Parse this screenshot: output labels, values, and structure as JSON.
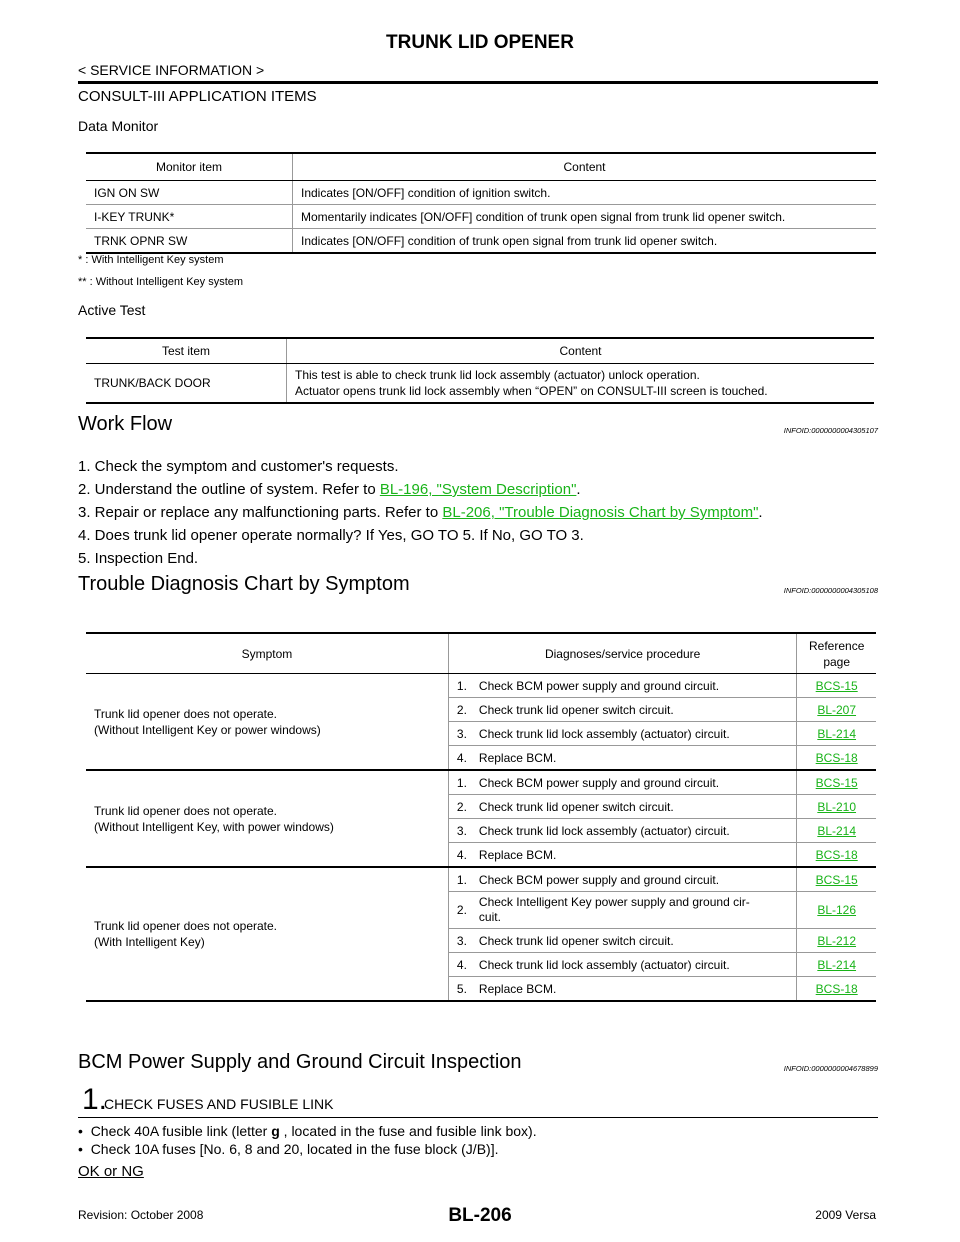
{
  "header": {
    "title": "TRUNK LID OPENER",
    "subtitle": "< SERVICE INFORMATION >"
  },
  "consult": {
    "heading": "CONSULT-III APPLICATION ITEMS",
    "data_monitor": {
      "heading": "Data Monitor",
      "col_headers": [
        "Monitor item",
        "Content"
      ],
      "rows": [
        {
          "item": "IGN ON SW",
          "content": "Indicates [ON/OFF] condition of ignition switch."
        },
        {
          "item": "I-KEY TRUNK*",
          "content": "Momentarily indicates [ON/OFF] condition of trunk open signal from trunk lid opener switch."
        },
        {
          "item": "TRNK OPNR SW",
          "content": "Indicates [ON/OFF] condition of trunk open signal from trunk lid opener switch."
        }
      ],
      "notes": [
        "* : With Intelligent Key system",
        "** : Without Intelligent Key system"
      ]
    },
    "active_test": {
      "heading": "Active Test",
      "col_headers": [
        "Test item",
        "Content"
      ],
      "row": {
        "item": "TRUNK/BACK DOOR",
        "line1": "This test is able to check trunk lid lock assembly (actuator) unlock operation.",
        "line2": "Actuator opens trunk lid lock assembly when “OPEN” on CONSULT-III screen is touched."
      }
    }
  },
  "work_flow": {
    "heading": "Work Flow",
    "infoid": "INFOID:0000000004305107",
    "steps": [
      {
        "text": "1. Check the symptom and customer's requests."
      },
      {
        "text": "2. Understand the outline of system. Refer to ",
        "link": "BL-196, \"System Description\"",
        "after": "."
      },
      {
        "text": "3. Repair or replace any malfunctioning parts. Refer to ",
        "link": "BL-206, \"Trouble Diagnosis Chart by Symptom\"",
        "after": "."
      },
      {
        "text": "4. Does trunk lid opener operate normally? If Yes, GO TO 5. If No, GO TO 3."
      },
      {
        "text": "5. Inspection End."
      }
    ]
  },
  "trouble_chart": {
    "heading": "Trouble Diagnosis Chart by Symptom",
    "infoid": "INFOID:0000000004305108",
    "col_headers": [
      "Symptom",
      "Diagnoses/service procedure",
      "Reference page"
    ],
    "groups": [
      {
        "symptom1": "Trunk lid opener does not operate.",
        "symptom2": "(Without Intelligent Key or power windows)",
        "steps": [
          {
            "n": "1.",
            "text": "Check BCM power supply and ground circuit.",
            "ref": "BCS-15"
          },
          {
            "n": "2.",
            "text": "Check trunk lid opener switch circuit.",
            "ref": "BL-207"
          },
          {
            "n": "3.",
            "text": "Check trunk lid lock assembly (actuator) circuit.",
            "ref": "BL-214"
          },
          {
            "n": "4.",
            "text": "Replace BCM.",
            "ref": "BCS-18"
          }
        ]
      },
      {
        "symptom1": "Trunk lid opener does not operate.",
        "symptom2": "(Without Intelligent Key, with power windows)",
        "steps": [
          {
            "n": "1.",
            "text": "Check BCM power supply and ground circuit.",
            "ref": "BCS-15"
          },
          {
            "n": "2.",
            "text": "Check trunk lid opener switch circuit.",
            "ref": "BL-210"
          },
          {
            "n": "3.",
            "text": "Check trunk lid lock assembly (actuator) circuit.",
            "ref": "BL-214"
          },
          {
            "n": "4.",
            "text": "Replace BCM.",
            "ref": "BCS-18"
          }
        ]
      },
      {
        "symptom1": "Trunk lid opener does not operate.",
        "symptom2": "(With Intelligent Key)",
        "steps": [
          {
            "n": "1.",
            "text": "Check BCM power supply and ground circuit.",
            "ref": "BCS-15"
          },
          {
            "n": "2.",
            "text": "Check Intelligent Key power supply and ground cir-",
            "text2": "cuit.",
            "ref": "BL-126"
          },
          {
            "n": "3.",
            "text": "Check trunk lid opener switch circuit.",
            "ref": "BL-212"
          },
          {
            "n": "4.",
            "text": "Check trunk lid lock assembly (actuator) circuit.",
            "ref": "BL-214"
          },
          {
            "n": "5.",
            "text": "Replace BCM.",
            "ref": "BCS-18"
          }
        ]
      }
    ]
  },
  "bcm_section": {
    "heading": "BCM Power Supply and Ground Circuit Inspection",
    "infoid": "INFOID:0000000004678899",
    "step_number": "1.",
    "step_title": "CHECK FUSES AND FUSIBLE LINK",
    "bullet1_pre": "Check 40A fusible link (letter ",
    "bullet1_bold": "g",
    "bullet1_post": " , located in the fuse and fusible link box).",
    "bullet2": "Check 10A fuses [No. 6, 8 and 20, located in the fuse block (J/B)].",
    "ok_ng": "OK or NG"
  },
  "footer": {
    "revision": "Revision: October 2008",
    "page": "BL-206",
    "model": "2009 Versa"
  },
  "colors": {
    "link": "#19b319",
    "text": "#000000"
  }
}
